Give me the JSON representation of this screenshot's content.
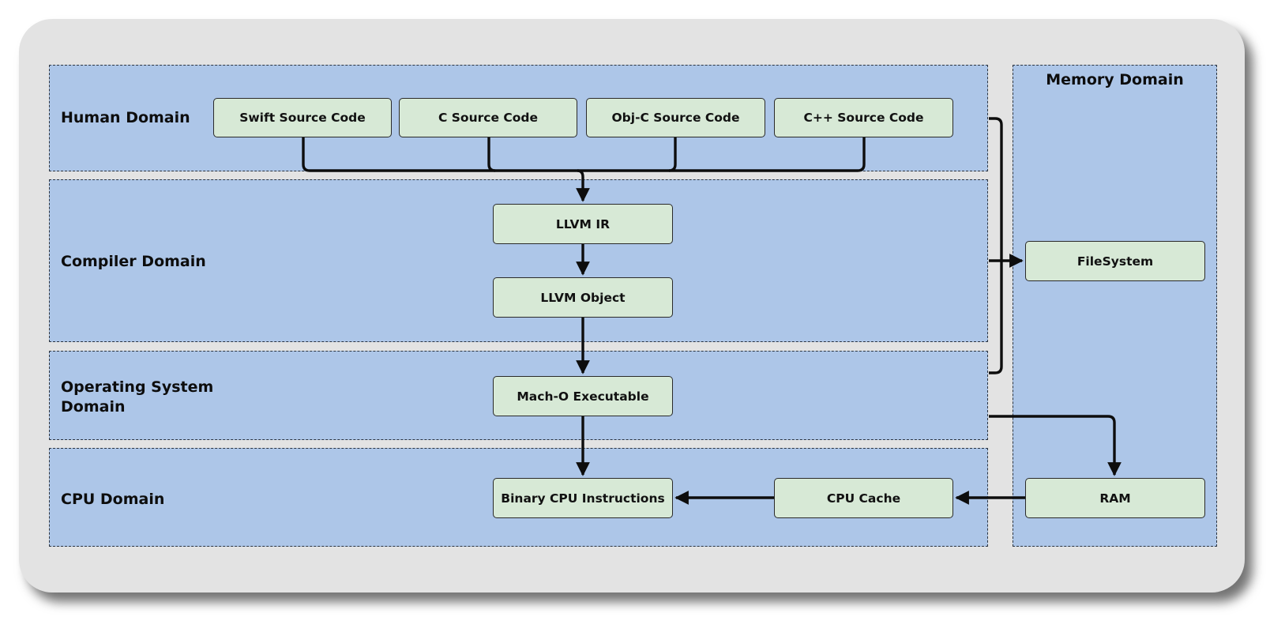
{
  "domains": {
    "human": "Human Domain",
    "compiler": "Compiler Domain",
    "os": "Operating System Domain",
    "cpu": "CPU Domain",
    "memory": "Memory Domain"
  },
  "nodes": {
    "swift": "Swift Source Code",
    "c": "C Source Code",
    "objc": "Obj-C Source Code",
    "cpp": "C++ Source Code",
    "llvm_ir": "LLVM IR",
    "llvm_object": "LLVM Object",
    "macho": "Mach-O Executable",
    "binary": "Binary CPU Instructions",
    "cpu_cache": "CPU Cache",
    "filesystem": "FileSystem",
    "ram": "RAM"
  },
  "colors": {
    "background": "#e3e3e3",
    "domain_fill": "#adc6e8",
    "node_fill": "#d7e9d6",
    "stroke": "#0d0d0d"
  }
}
